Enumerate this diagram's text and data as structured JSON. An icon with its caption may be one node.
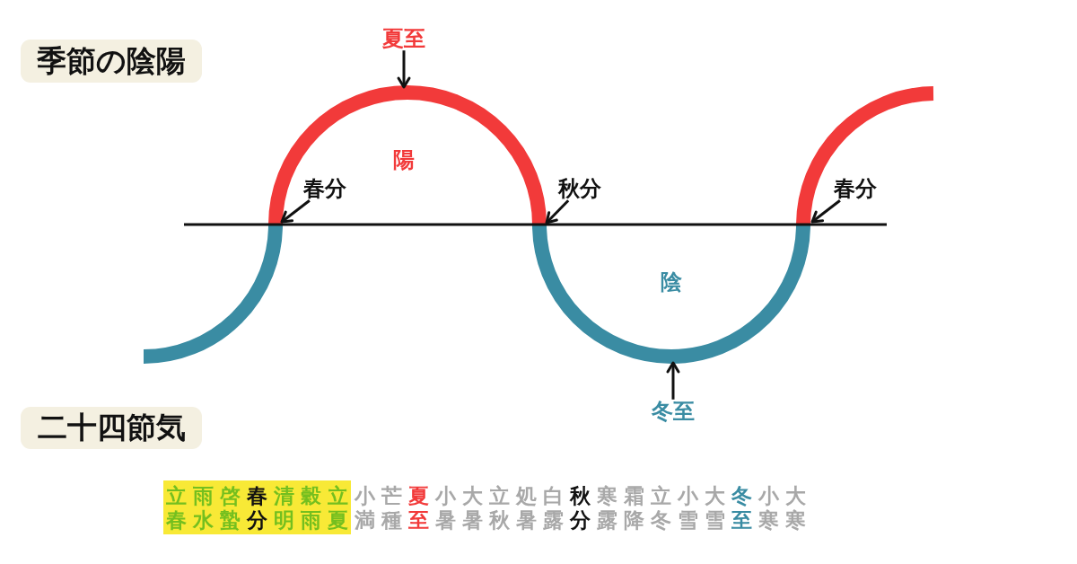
{
  "diagram": {
    "nodes": [
      {
        "text": [
          "季節の陰陽"
        ]
      },
      {
        "text": [
          "夏至"
        ]
      },
      {
        "text": [
          "春分"
        ]
      },
      {
        "text": [
          "秋分"
        ]
      },
      {
        "text": [
          "春分"
        ]
      },
      {
        "text": [
          "冬至"
        ]
      },
      {
        "text": [
          "二十四節気"
        ]
      },
      {
        "text": [
          "立春",
          "雨水",
          "啓蟄",
          "春分",
          "清明",
          "穀雨",
          "立夏"
        ]
      }
    ],
    "edges": [
      {
        "from": 1,
        "to": null,
        "arrow": "to"
      },
      {
        "from": 2,
        "to": null,
        "arrow": "to"
      },
      {
        "from": 3,
        "to": null,
        "arrow": "to"
      },
      {
        "from": 4,
        "to": null,
        "arrow": "to"
      },
      {
        "from": 5,
        "to": null,
        "arrow": "to"
      }
    ],
    "labels": [
      "陽",
      "陰",
      "小満",
      "芒種",
      "夏至",
      "小暑",
      "大暑",
      "立秋",
      "処暑",
      "白露",
      "秋分",
      "寒露",
      "霜降",
      "立冬",
      "小雪",
      "大雪",
      "冬至",
      "小寒",
      "大寒"
    ]
  }
}
